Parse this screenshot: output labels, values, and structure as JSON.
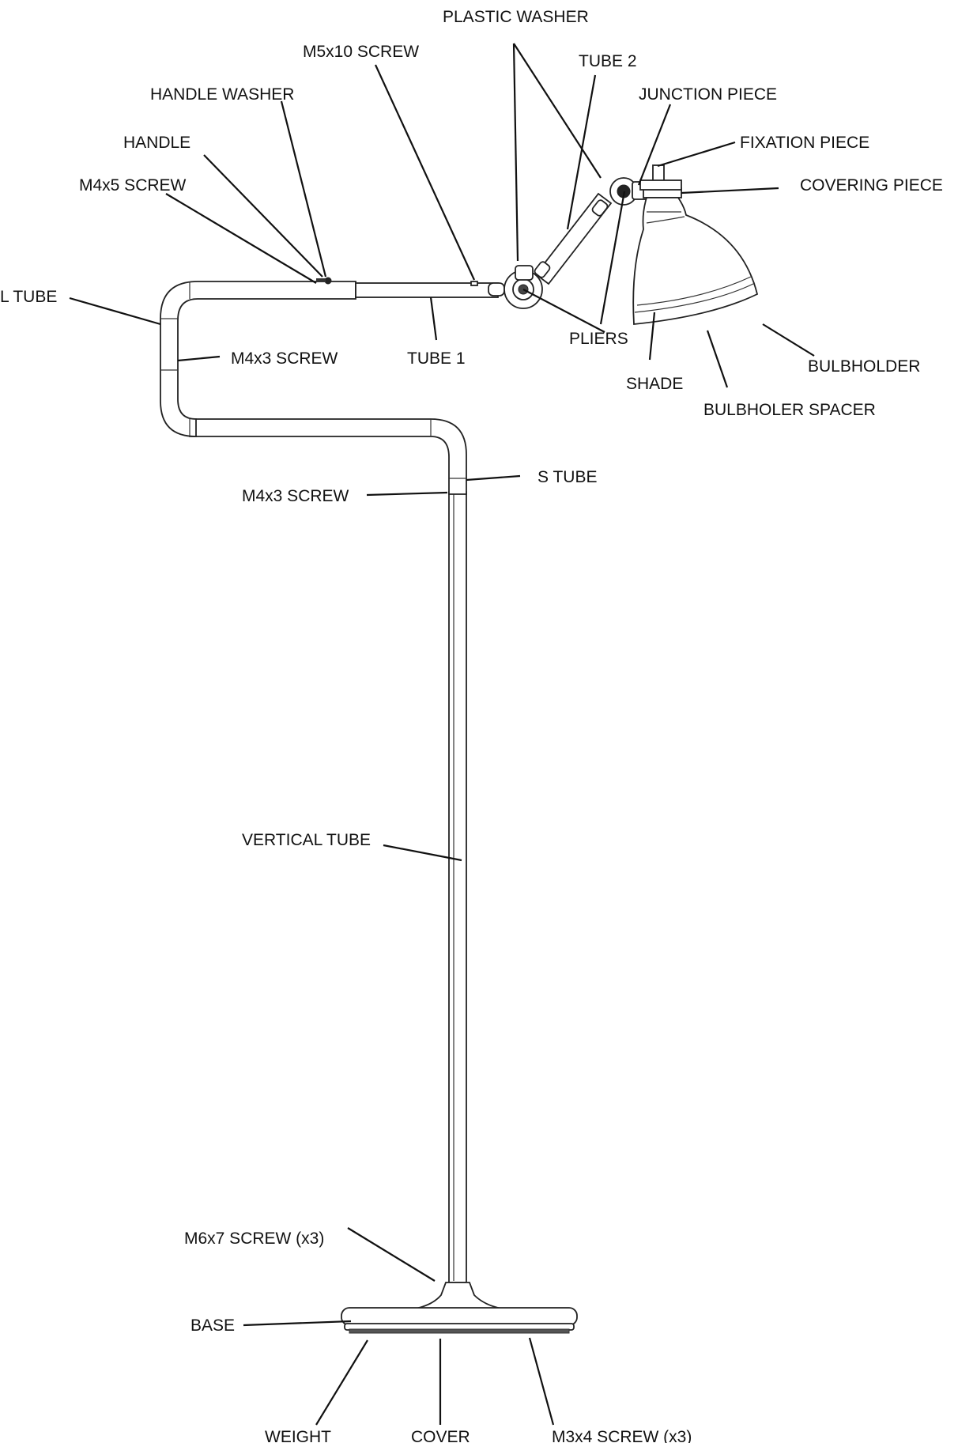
{
  "labels": {
    "plastic_washer": "PLASTIC WASHER",
    "m5x10_screw": "M5x10 SCREW",
    "tube_2": "TUBE 2",
    "handle_washer": "HANDLE WASHER",
    "junction_piece": "JUNCTION PIECE",
    "handle": "HANDLE",
    "fixation_piece": "FIXATION PIECE",
    "m4x5_screw": "M4x5 SCREW",
    "covering_piece": "COVERING PIECE",
    "l_tube": "L TUBE",
    "m4x3_screw_upper": "M4x3 SCREW",
    "tube_1": "TUBE 1",
    "pliers": "PLIERS",
    "bulbholder": "BULBHOLDER",
    "shade": "SHADE",
    "bulbholer_spacer": "BULBHOLER SPACER",
    "s_tube": "S TUBE",
    "m4x3_screw_lower": "M4x3 SCREW",
    "vertical_tube": "VERTICAL TUBE",
    "m6x7_screw": "M6x7 SCREW (x3)",
    "base": "BASE",
    "weight": "WEIGHT",
    "cover": "COVER",
    "m3x4_screw": "M3x4 SCREW (x3)"
  }
}
